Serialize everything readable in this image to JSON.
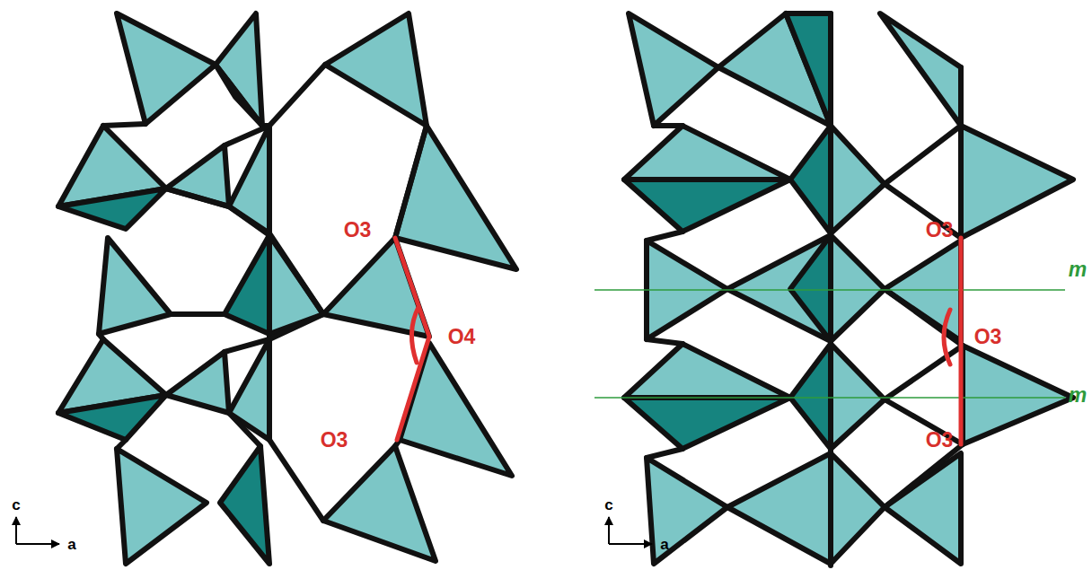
{
  "diagram": {
    "labels": [
      "O3",
      "O4",
      "O3",
      "c",
      "a",
      "O3",
      "m",
      "O3",
      "m",
      "O3",
      "c",
      "a"
    ]
  }
}
